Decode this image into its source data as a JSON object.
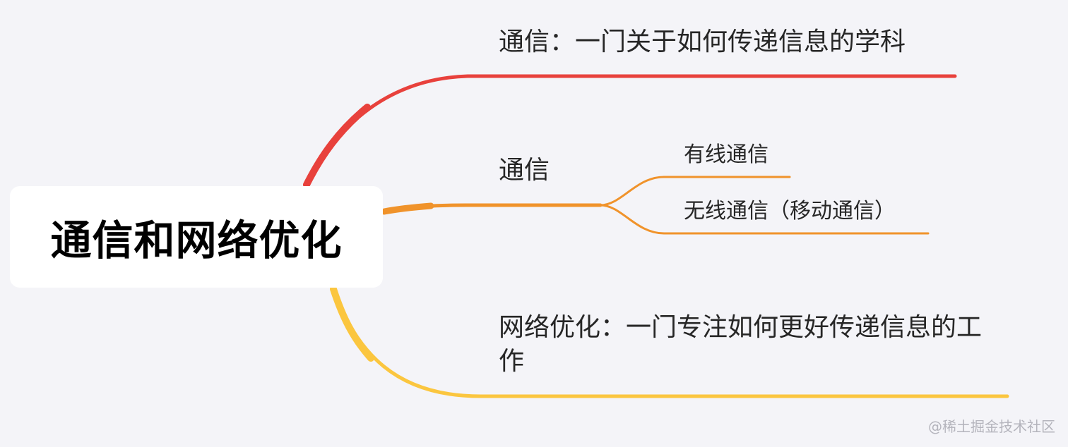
{
  "colors": {
    "background": "#f4f4f8",
    "root_fill": "#ffffff",
    "branch_1": "#e8413c",
    "branch_2": "#f0932b",
    "branch_3": "#fbc63f",
    "text": "#262626"
  },
  "root": {
    "label": "通信和网络优化"
  },
  "branches": [
    {
      "label": "通信：一门关于如何传递信息的学科",
      "color_key": "branch_1",
      "children": []
    },
    {
      "label": "通信",
      "color_key": "branch_2",
      "children": [
        {
          "label": "有线通信"
        },
        {
          "label": "无线通信（移动通信）"
        }
      ]
    },
    {
      "label": "网络优化：一门专注如何更好传递信息的工作",
      "color_key": "branch_3",
      "children": []
    }
  ],
  "watermark": "@稀土掘金技术社区"
}
